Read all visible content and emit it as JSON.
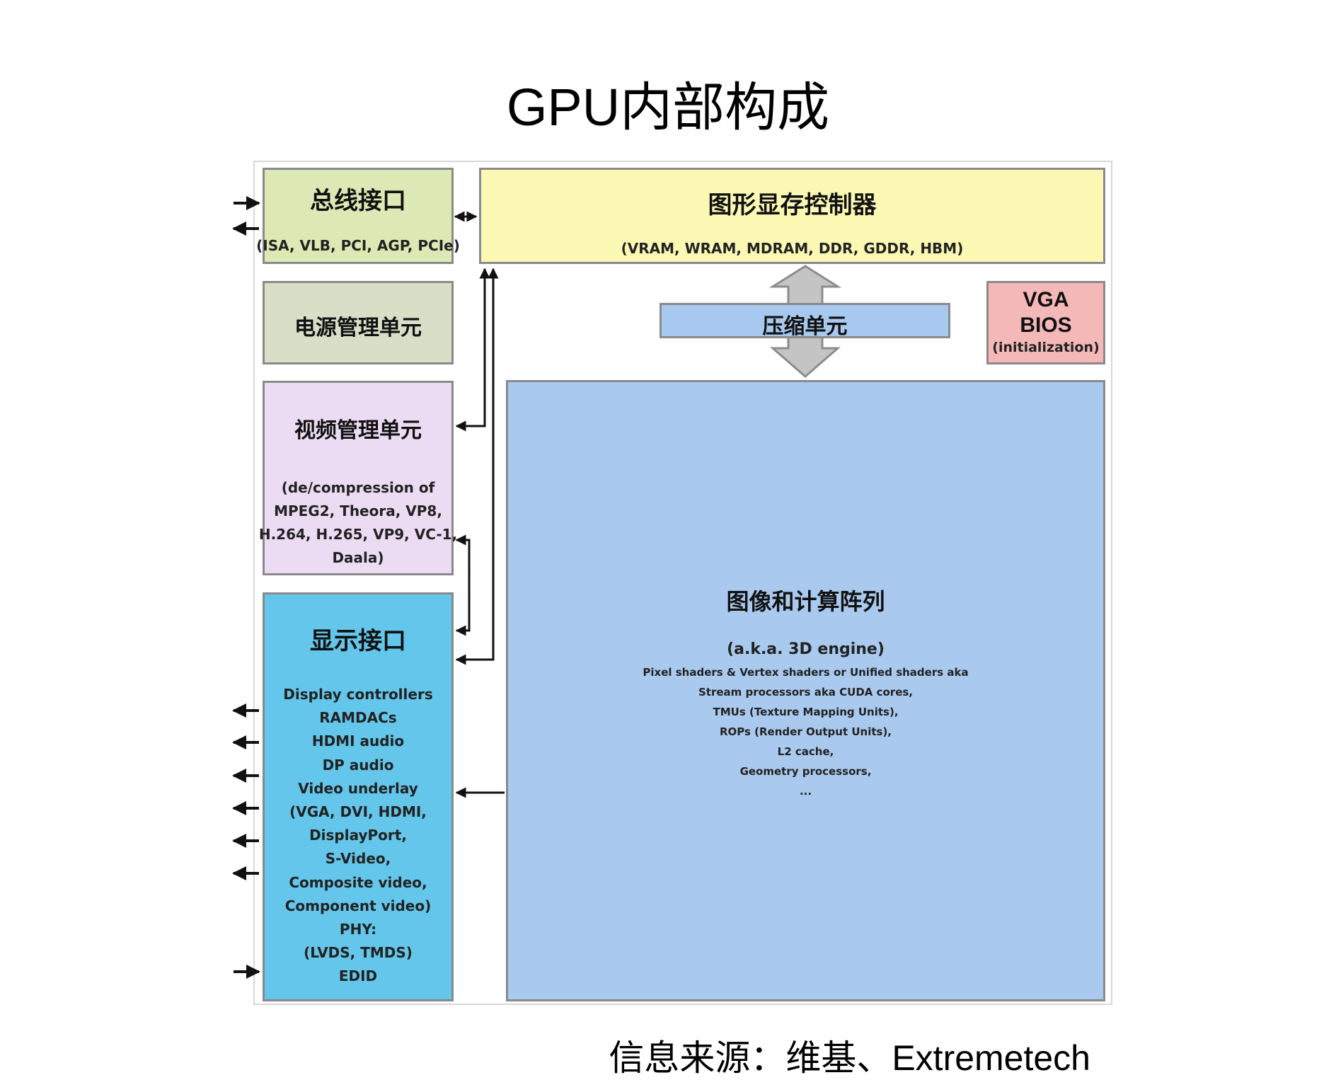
{
  "title": "GPU内部构成",
  "bus": {
    "title": "总线接口",
    "subtitle": "(ISA, VLB, PCI, AGP, PCIe)"
  },
  "memctrl": {
    "title": "图形显存控制器",
    "subtitle": "(VRAM, WRAM, MDRAM, DDR, GDDR, HBM)"
  },
  "power": {
    "title": "电源管理单元"
  },
  "compress": {
    "title": "压缩单元"
  },
  "vga": {
    "line1": "VGA",
    "line2": "BIOS",
    "line3": "(initialization)"
  },
  "video": {
    "title": "视频管理单元",
    "lines": [
      "(de/compression of",
      "MPEG2, Theora, VP8,",
      "H.264, H.265, VP9, VC-1,",
      "Daala)"
    ]
  },
  "display": {
    "title": "显示接口",
    "lines": [
      "Display controllers",
      "RAMDACs",
      "HDMI audio",
      "DP audio",
      "Video underlay",
      "(VGA, DVI, HDMI,",
      "DisplayPort,",
      "S-Video,",
      "Composite video,",
      "Component video)",
      "PHY:",
      "(LVDS, TMDS)",
      "EDID"
    ]
  },
  "array": {
    "title": "图像和计算阵列",
    "subtitle": "(a.k.a. 3D engine)",
    "lines": [
      "Pixel shaders & Vertex shaders or Unified shaders aka",
      "Stream processors aka CUDA cores,",
      "TMUs (Texture Mapping Units),",
      "ROPs (Render Output Units),",
      "L2 cache,",
      "Geometry processors,",
      "..."
    ]
  },
  "source": "信息来源：维基、Extremetech",
  "colors": {
    "bus": "#dde9b4",
    "memctrl": "#fbf8b4",
    "power": "#d7e0c7",
    "compress": "#a8c9ef",
    "vga": "#f5b8b8",
    "video": "#ecdcf3",
    "display": "#63c6ea",
    "array": "#a9c9ee"
  }
}
